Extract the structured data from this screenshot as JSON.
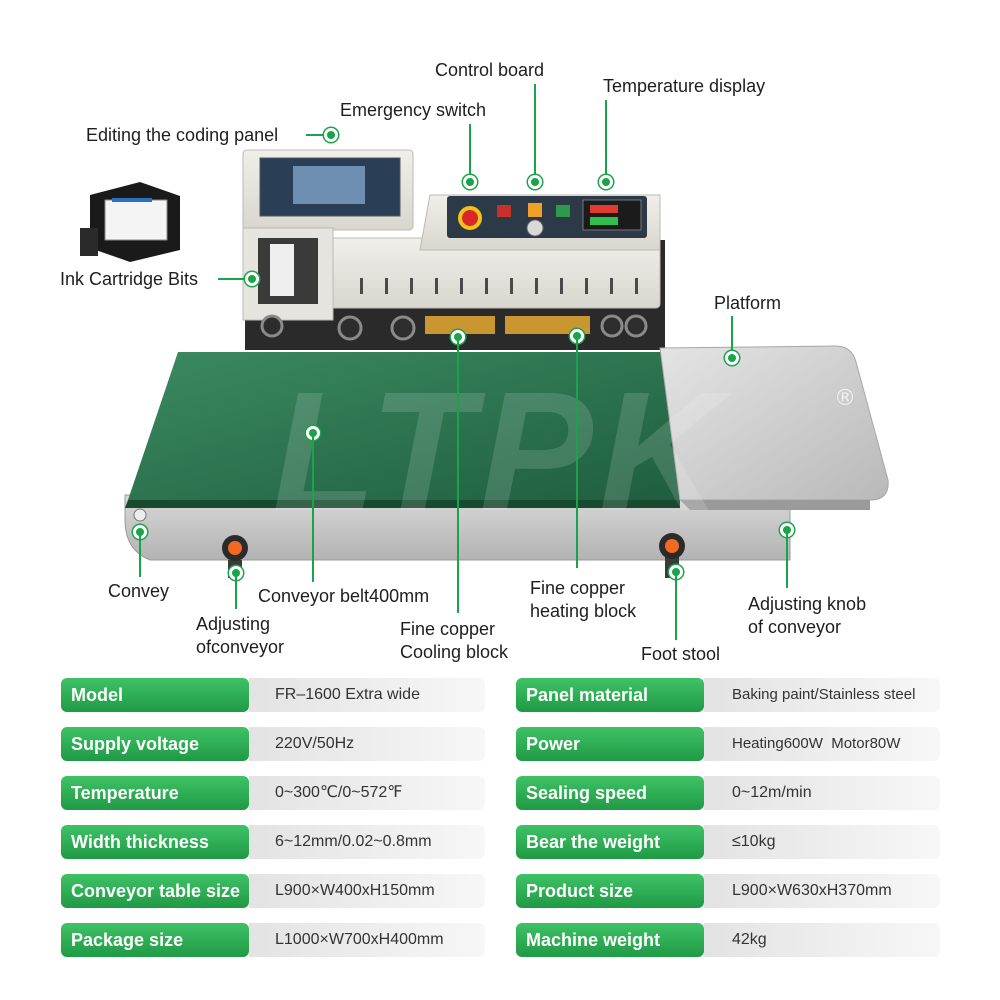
{
  "brand": {
    "watermark": "LTPK",
    "registered_mark": "®"
  },
  "colors": {
    "accent_green": "#19a34a",
    "belt_green": "#2f7a52",
    "machine_body": "#e9e7e2",
    "steel": "#cfcfcf"
  },
  "callouts": {
    "control_board": "Control board",
    "emergency_switch": "Emergency switch",
    "temperature_display": "Temperature display",
    "coding_panel": "Editing the coding panel",
    "ink_cartridge": "Ink Cartridge Bits",
    "platform": "Platform",
    "convey": "Convey",
    "conveyor_belt": "Conveyor belt400mm",
    "adjusting_conveyor_line1": "Adjusting",
    "adjusting_conveyor_line2": "ofconveyor",
    "cooling_block_line1": "Fine copper",
    "cooling_block_line2": "Cooling block",
    "heating_block_line1": "Fine copper",
    "heating_block_line2": "heating block",
    "foot_stool": "Foot stool",
    "adjusting_knob_line1": "Adjusting knob",
    "adjusting_knob_line2": "of conveyor"
  },
  "specs": {
    "left": [
      {
        "key": "Model",
        "value": "FR–1600 Extra wide"
      },
      {
        "key": "Supply voltage",
        "value": "220V/50Hz"
      },
      {
        "key": "Temperature",
        "value": "0~300℃/0~572℉"
      },
      {
        "key": "Width thickness",
        "value": "6~12mm/0.02~0.8mm"
      },
      {
        "key": "Conveyor table size",
        "value": "L900×W400xH150mm"
      },
      {
        "key": "Package size",
        "value": "L1000×W700xH400mm"
      }
    ],
    "right": [
      {
        "key": "Panel material",
        "value": "Baking paint/Stainless steel"
      },
      {
        "key": "Power",
        "value": "Heating600W  Motor80W"
      },
      {
        "key": "Sealing speed",
        "value": "0~12m/min"
      },
      {
        "key": "Bear the weight",
        "value": "≤10kg"
      },
      {
        "key": "Product size",
        "value": "L900×W630xH370mm"
      },
      {
        "key": "Machine weight",
        "value": "42kg"
      }
    ]
  }
}
